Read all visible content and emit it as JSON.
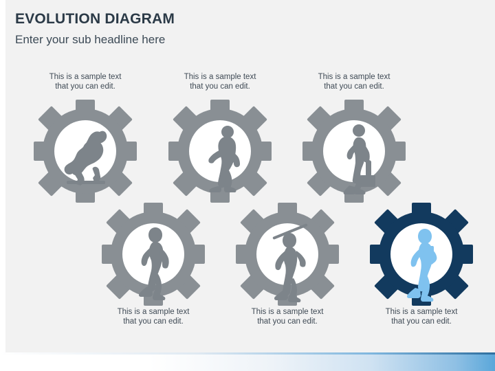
{
  "slide": {
    "title": "EVOLUTION DIAGRAM",
    "subtitle": "Enter your sub headline here",
    "colors": {
      "gear_gray": "#898f94",
      "gear_dark_blue": "#123a5e",
      "figure_gray": "#7d848a",
      "figure_blue": "#7fc2ef",
      "background": "#f2f2f2",
      "title_color": "#2b3a47"
    }
  },
  "items": [
    {
      "id": "stage-1",
      "figure": "ape-knuckle-walking",
      "caption_line1": "This is a sample text",
      "caption_line2": "that you can edit.",
      "caption_position": "above",
      "gear_color": "#898f94",
      "figure_color": "#7d848a"
    },
    {
      "id": "stage-2",
      "figure": "early-hominid-walking",
      "caption_line1": "This is a sample text",
      "caption_line2": "that you can edit.",
      "caption_position": "above",
      "gear_color": "#898f94",
      "figure_color": "#7d848a"
    },
    {
      "id": "stage-3",
      "figure": "modern-man-with-briefcase",
      "caption_line1": "This is a sample text",
      "caption_line2": "that you can edit.",
      "caption_position": "above",
      "gear_color": "#898f94",
      "figure_color": "#7d848a"
    },
    {
      "id": "stage-4",
      "figure": "upright-hominid",
      "caption_line1": "This is a sample text",
      "caption_line2": "that you can edit.",
      "caption_position": "below",
      "gear_color": "#898f94",
      "figure_color": "#7d848a"
    },
    {
      "id": "stage-5",
      "figure": "hunter-with-spear",
      "caption_line1": "This is a sample text",
      "caption_line2": "that you can edit.",
      "caption_position": "below",
      "gear_color": "#898f94",
      "figure_color": "#7d848a"
    },
    {
      "id": "stage-6",
      "figure": "man-with-smartphone",
      "caption_line1": "This is a sample text",
      "caption_line2": "that you can edit.",
      "caption_position": "below",
      "gear_color": "#123a5e",
      "figure_color": "#7fc2ef"
    }
  ]
}
